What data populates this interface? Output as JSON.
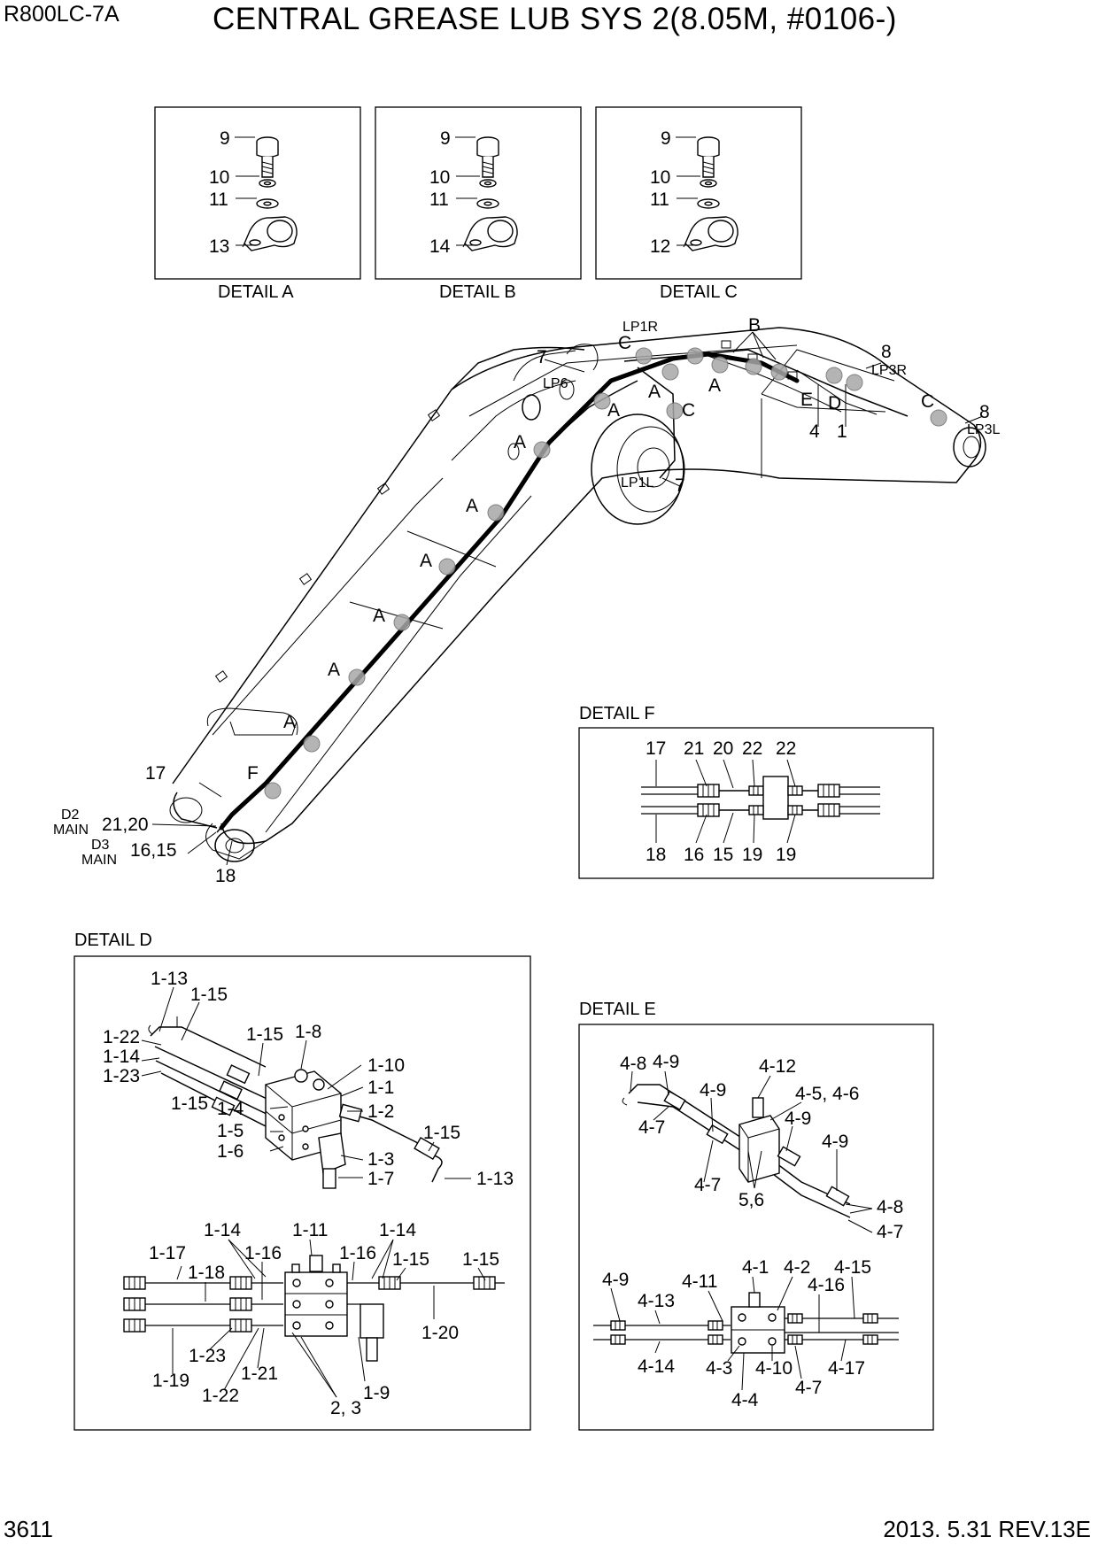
{
  "header": {
    "model": "R800LC-7A",
    "title": "CENTRAL GREASE LUB SYS 2(8.05M, #0106-)"
  },
  "footer": {
    "page_number": "3611",
    "revision": "2013. 5.31  REV.13E"
  },
  "details": {
    "a": {
      "title": "DETAIL A",
      "labels": [
        "9",
        "10",
        "11",
        "13"
      ]
    },
    "b": {
      "title": "DETAIL B",
      "labels": [
        "9",
        "10",
        "11",
        "14"
      ]
    },
    "c": {
      "title": "DETAIL C",
      "labels": [
        "9",
        "10",
        "11",
        "12"
      ]
    },
    "d": {
      "title": "DETAIL D",
      "labels": [
        "1-13",
        "1-15",
        "1-22",
        "1-14",
        "1-23",
        "1-15",
        "1-15",
        "1-8",
        "1-10",
        "1-1",
        "1-4",
        "1-2",
        "1-5",
        "1-6",
        "1-3",
        "1-7",
        "1-15",
        "1-13",
        "1-14",
        "1-11",
        "1-14",
        "1-17",
        "1-16",
        "1-16",
        "1-15",
        "1-15",
        "1-18",
        "1-20",
        "1-23",
        "1-21",
        "1-19",
        "1-22",
        "2, 3",
        "1-9"
      ]
    },
    "e": {
      "title": "DETAIL E",
      "labels": [
        "4-8",
        "4-9",
        "4-12",
        "4-9",
        "4-5, 4-6",
        "4-7",
        "4-9",
        "4-9",
        "4-7",
        "5,6",
        "4-8",
        "4-7",
        "4-1",
        "4-2",
        "4-15",
        "4-9",
        "4-11",
        "4-16",
        "4-13",
        "4-14",
        "4-3",
        "4-10",
        "4-17",
        "4-4",
        "4-7"
      ]
    },
    "f": {
      "title": "DETAIL F",
      "labels": [
        "17",
        "21",
        "20",
        "22",
        "22",
        "18",
        "16",
        "15",
        "19",
        "19"
      ]
    }
  },
  "main_view": {
    "labels": [
      "LP1R",
      "B",
      "7",
      "C",
      "8",
      "LP3R",
      "LP6",
      "A",
      "A",
      "E",
      "D",
      "A",
      "C",
      "C",
      "8",
      "LP3L",
      "4",
      "1",
      "A",
      "LP1L",
      "7",
      "A",
      "A",
      "A",
      "A",
      "A",
      "17",
      "F",
      "D2",
      "MAIN",
      "21,20",
      "D3",
      "MAIN",
      "16,15",
      "18"
    ]
  }
}
